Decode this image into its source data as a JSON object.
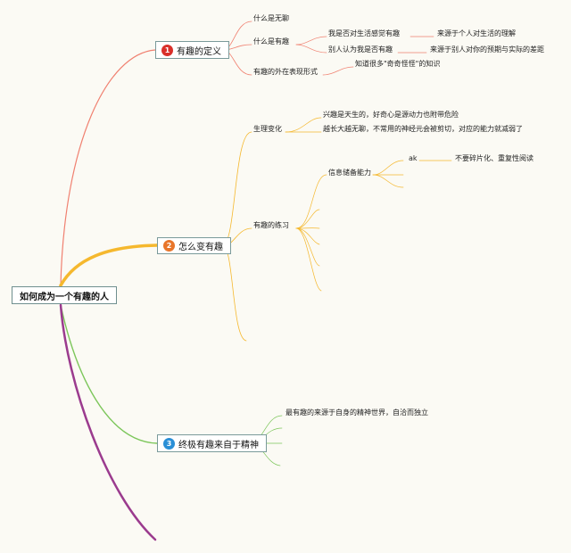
{
  "root": "如何成为一个有趣的人",
  "branches": [
    {
      "number": "1",
      "label": "有趣的定义",
      "color": "#f08070",
      "badge_color": "#d9302a",
      "children": [
        {
          "label": "什么是无聊"
        },
        {
          "label": "什么是有趣",
          "children": [
            {
              "label": "我是否对生活感觉有趣",
              "note": "来源于个人对生活的理解"
            },
            {
              "label": "别人认为我是否有趣",
              "note": "来源于别人对你的预期与实际的差距"
            }
          ]
        },
        {
          "label": "有趣的外在表现形式",
          "note": "知道很多\"奇奇怪怪\"的知识"
        }
      ]
    },
    {
      "number": "2",
      "label": "怎么变有趣",
      "color": "#f5b82e",
      "badge_color": "#e8752a",
      "children": [
        {
          "label": "生理变化",
          "items": [
            "兴趣是天生的，好奇心是源动力也附带危险",
            "越长大越无聊，不常用的神经元会被剪切，对应的能力就减弱了"
          ]
        },
        {
          "label": "有趣的练习",
          "sub": {
            "label": "信息储备能力",
            "leaf": "ak",
            "note": "不要碎片化、重复性阅读"
          }
        }
      ]
    },
    {
      "number": "3",
      "label": "终极有趣来自于精神",
      "color": "#7cc65a",
      "badge_color": "#2a8fd6",
      "children": [
        {
          "label": "最有趣的来源于自身的精神世界，自洽而独立"
        }
      ]
    }
  ],
  "extra_branch_color": "#9b3b8e"
}
